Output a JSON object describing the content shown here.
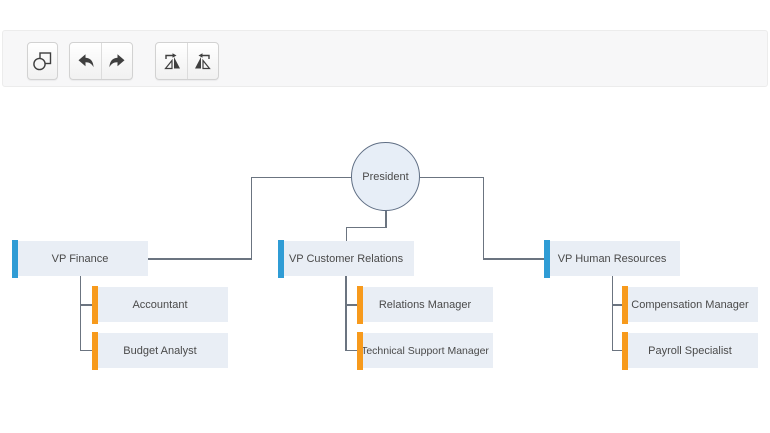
{
  "toolbar": {
    "buttons": [
      {
        "icon": "shapes-icon"
      },
      {
        "icon": "undo-icon"
      },
      {
        "icon": "redo-icon"
      },
      {
        "icon": "flip-horizontal-right-icon"
      },
      {
        "icon": "flip-horizontal-left-icon"
      }
    ]
  },
  "colors": {
    "accent_blue": "#2f9cd5",
    "accent_orange": "#f79a1c",
    "node_fill": "#e9eef5",
    "circle_fill": "#e7eef7",
    "circle_border": "#5f6e84",
    "connector": "#6b7480",
    "toolbar_bg": "#f7f7f8",
    "toolbar_border": "#ececec",
    "button_border": "#d2d2d2",
    "icon_color": "#3f3f3f"
  },
  "org_chart": {
    "root": {
      "label": "President",
      "shape": "circle"
    },
    "branches": [
      {
        "label": "VP Finance",
        "accent": "#2f9cd5",
        "children": [
          {
            "label": "Accountant"
          },
          {
            "label": "Budget Analyst"
          }
        ]
      },
      {
        "label": "VP Customer Relations",
        "accent": "#2f9cd5",
        "children": [
          {
            "label": "Relations Manager"
          },
          {
            "label": "Technical Support Manager"
          }
        ]
      },
      {
        "label": "VP Human Resources",
        "accent": "#2f9cd5",
        "children": [
          {
            "label": "Compensation Manager"
          },
          {
            "label": "Payroll Specialist"
          }
        ]
      }
    ]
  }
}
